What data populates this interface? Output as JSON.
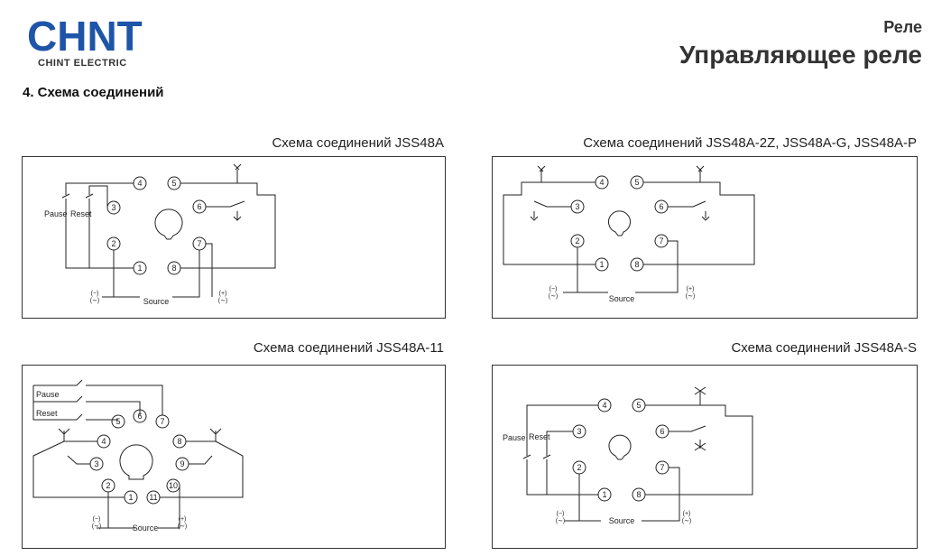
{
  "header": {
    "logo_text": "CHNT",
    "logo_subtext": "CHINT ELECTRIC",
    "category": "Реле",
    "title": "Управляющее реле",
    "brand_color": "#1f55a8"
  },
  "section_title": "4. Схема соединений",
  "diagrams": {
    "d1": {
      "title": "Схема соединений JSS48A",
      "pause": "Pause",
      "reset": "Reset",
      "source": "Source",
      "minus": "(−)",
      "plus": "(+)",
      "tilde": "(∼)"
    },
    "d2": {
      "title": "Схема соединений JSS48A-2Z, JSS48A-G, JSS48A-P",
      "source": "Source",
      "minus": "(−)",
      "plus": "(+)",
      "tilde": "(∼)"
    },
    "d3": {
      "title": "Схема соединений JSS48A-11",
      "pause": "Pause",
      "reset": "Reset",
      "source": "Source",
      "minus": "(−)",
      "plus": "(+)",
      "tilde": "(∼)"
    },
    "d4": {
      "title": "Схема соединений JSS48A-S",
      "pause": "Pause",
      "reset": "Reset",
      "source": "Source",
      "minus": "(−)",
      "plus": "(+)",
      "tilde": "(∼)"
    }
  }
}
